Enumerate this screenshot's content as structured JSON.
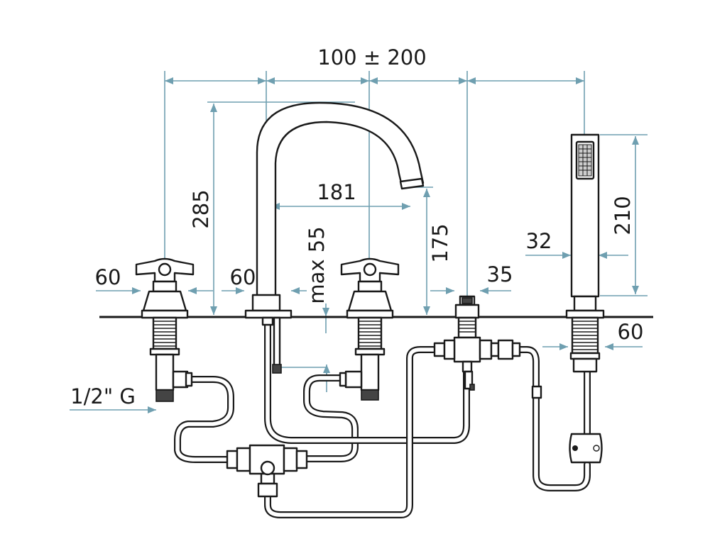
{
  "dimensions": {
    "total_width": "100 ± 200",
    "spout_height": "285",
    "spout_reach": "181",
    "spout_outlet_height": "175",
    "max_deck": "max 55",
    "handle_left_width": "60",
    "spout_base_width": "60",
    "diverter_width": "35",
    "shower_width": "32",
    "shower_height": "210",
    "shower_base_width": "60",
    "inlet_thread": "1/2\" G"
  },
  "colors": {
    "dimension_line": "#6f9fb0",
    "outline": "#1a1a1a",
    "text": "#1a1a1a"
  }
}
